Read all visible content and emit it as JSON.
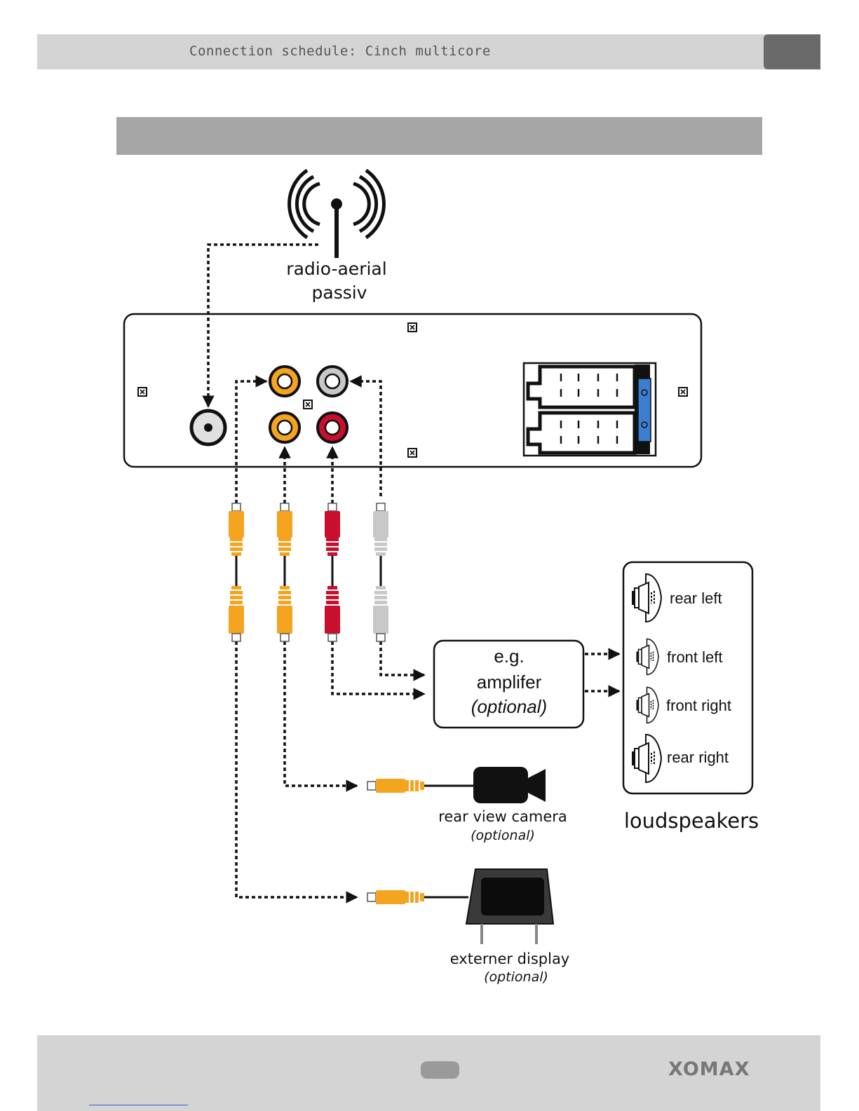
{
  "header": {
    "title": "Connection schedule: Cinch multicore"
  },
  "labels": {
    "radio_aerial": "radio-aerial",
    "passiv": "passiv",
    "amp_line1": "e.g.",
    "amp_line2": "amplifer",
    "amp_line3": "(optional)",
    "camera": "rear view camera",
    "camera_optional": "(optional)",
    "display": "externer display",
    "display_optional": "(optional)",
    "loudspeakers": "loudspeakers"
  },
  "speakers": [
    "rear left",
    "front left",
    "front right",
    "rear right"
  ],
  "brand": "XOMAX",
  "colors": {
    "yellow": "#f5a41f",
    "red": "#c8102e",
    "grey": "#c8c8c8",
    "blue_clip": "#3b7fd1",
    "header_bg": "#d4d4d4",
    "band_bg": "#a6a6a6"
  },
  "icons": [
    "antenna-icon",
    "camera-icon",
    "display-icon",
    "speaker-icon",
    "cinch-plug-icon",
    "iso-connector-icon"
  ]
}
